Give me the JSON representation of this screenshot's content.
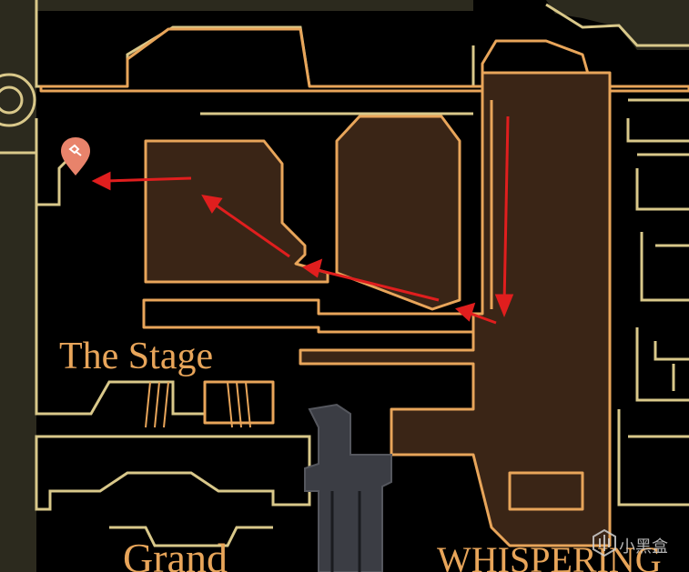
{
  "map": {
    "labels": {
      "stage": "The Stage",
      "grand": "Grand",
      "whispering": "WHISPERING"
    },
    "markers": [
      {
        "id": "pin",
        "type": "map-pin",
        "icon": "pin-icon",
        "color": "#e8836b"
      }
    ],
    "route_arrows": {
      "color": "#e01e1e",
      "count": 5
    },
    "colors": {
      "void": "#000000",
      "room_fill": "#3a2516",
      "room_outline": "#e8a55a",
      "pale_outline": "#d9c88a",
      "muted_region": "#2c2a1e",
      "dark_passage": "#3b3d44"
    }
  },
  "watermark": {
    "text": "小黑盒",
    "icon": "heybox-logo-icon"
  }
}
